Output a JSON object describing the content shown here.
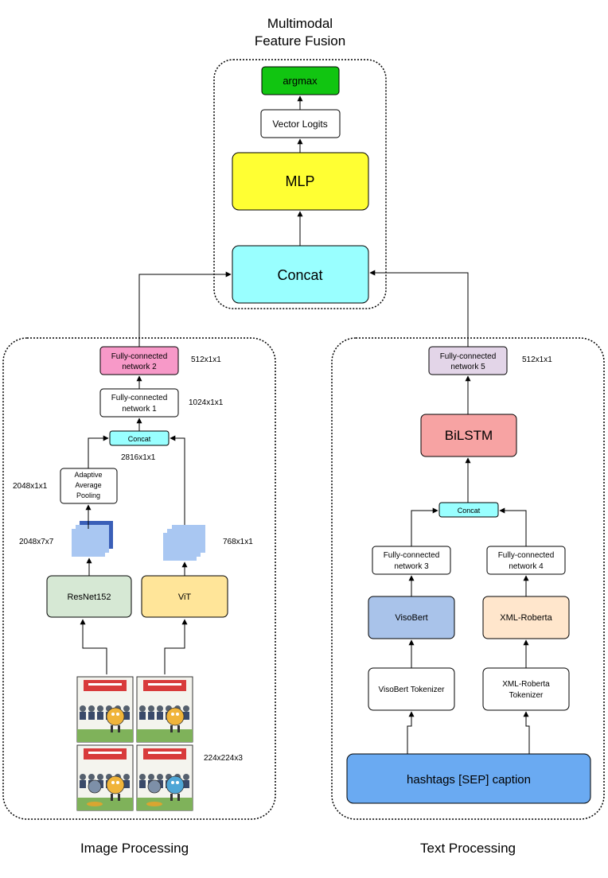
{
  "fusion": {
    "title_line1": "Multimodal",
    "title_line2": "Feature Fusion",
    "argmax": "argmax",
    "vector_logits": "Vector Logits",
    "mlp": "MLP",
    "concat": "Concat"
  },
  "image": {
    "section_label": "Image Processing",
    "fc2_line1": "Fully-connected",
    "fc2_line2": "network 2",
    "fc2_dim": "512x1x1",
    "fc1_line1": "Fully-connected",
    "fc1_line2": "network 1",
    "fc1_dim": "1024x1x1",
    "concat": "Concat",
    "concat_dim": "2816x1x1",
    "pool_line1": "Adaptive",
    "pool_line2": "Average",
    "pool_line3": "Pooling",
    "pool_dim": "2048x1x1",
    "resnet_feat_dim": "2048x7x7",
    "vit_feat_dim": "768x1x1",
    "resnet": "ResNet152",
    "vit": "ViT",
    "input_dim": "224x224x3"
  },
  "text": {
    "section_label": "Text Processing",
    "fc5_line1": "Fully-connected",
    "fc5_line2": "network 5",
    "fc5_dim": "512x1x1",
    "bilstm": "BiLSTM",
    "concat": "Concat",
    "fc3_line1": "Fully-connected",
    "fc3_line2": "network 3",
    "fc4_line1": "Fully-connected",
    "fc4_line2": "network 4",
    "visobert": "VisoBert",
    "xlmr": "XML-Roberta",
    "visobert_tok": "VisoBert Tokenizer",
    "xlmr_tok_line1": "XML-Roberta",
    "xlmr_tok_line2": "Tokenizer",
    "input": "hashtags [SEP] caption"
  },
  "colors": {
    "argmax": "#11c511",
    "mlp": "#ffff33",
    "concat": "#99ffff",
    "fc2": "#f799c8",
    "fc5": "#e3d5e8",
    "bilstm": "#f7a3a3",
    "resnet": "#d6e8d4",
    "vit": "#ffe599",
    "visobert": "#a9c3ea",
    "xlmr": "#ffe6cc",
    "input": "#6aaaf2",
    "feature_map": "#a9c7f2",
    "feature_map_dark": "#3a5fb8"
  }
}
